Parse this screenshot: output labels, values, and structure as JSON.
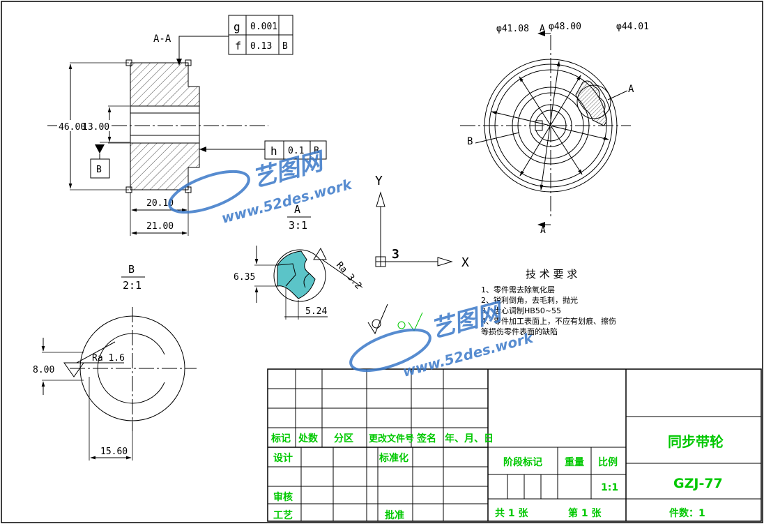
{
  "colors": {
    "line": "#000000",
    "title_text": "#00c800",
    "watermark": "#3a78c8",
    "fill_section": "#5bc4c8"
  },
  "frame_tag": "GZJ-77",
  "section_view": {
    "label": "A-A",
    "tolerance_frame_1": {
      "symbol": "g",
      "value": "0.001"
    },
    "tolerance_frame_2": {
      "symbol": "f",
      "value": "0.13",
      "datum": "B"
    },
    "tolerance_frame_3": {
      "symbol": "h",
      "value": "0.1",
      "datum": "B"
    },
    "datum_label": "B",
    "dim_outer_dia": "46.00",
    "dim_bore": "13.00",
    "dim_width_1": "20.10",
    "dim_width_2": "21.00"
  },
  "front_view": {
    "dim_1": "φ41.08",
    "dim_2": "φ48.00",
    "dim_3": "φ44.01",
    "section_mark_top": "A",
    "section_mark_bottom": "A",
    "leader_a": "A",
    "leader_b": "B"
  },
  "detail_a": {
    "title": "A",
    "scale": "3:1",
    "dim_height": "6.35",
    "dim_width": "5.24",
    "roughness": "Ra 3.2"
  },
  "detail_b": {
    "title": "B",
    "scale": "2:1",
    "roughness": "Ra 1.6",
    "dim_key": "8.00",
    "dim_bore": "15.60"
  },
  "axes": {
    "y": "Y",
    "x": "X",
    "z": "3"
  },
  "tech_requirements": {
    "title": "技 术 要 求",
    "items": [
      "1、零件需去除氧化层",
      "2、锐利倒角，去毛刺，抛光",
      "3、齿心调制HB50~55",
      "4、零件加工表面上，不应有划痕、擦伤",
      "等损伤零件表面的缺陷"
    ]
  },
  "title_block": {
    "row_labels": [
      "标记",
      "处数",
      "分区",
      "更改文件号",
      "签名",
      "年、月、日"
    ],
    "design": "设计",
    "standardize": "标准化",
    "review": "审核",
    "process": "工艺",
    "approve": "批准",
    "stage_mark": "阶段标记",
    "weight": "重量",
    "scale_label": "比例",
    "scale_value": "1:1",
    "sheets_total": "共  1  张",
    "sheet_no": "第  1  张",
    "part_name": "同步带轮",
    "drawing_no": "GZJ-77",
    "quantity": "件数：1"
  },
  "watermark": {
    "brand": "艺图网",
    "url": "www.52des.work"
  }
}
